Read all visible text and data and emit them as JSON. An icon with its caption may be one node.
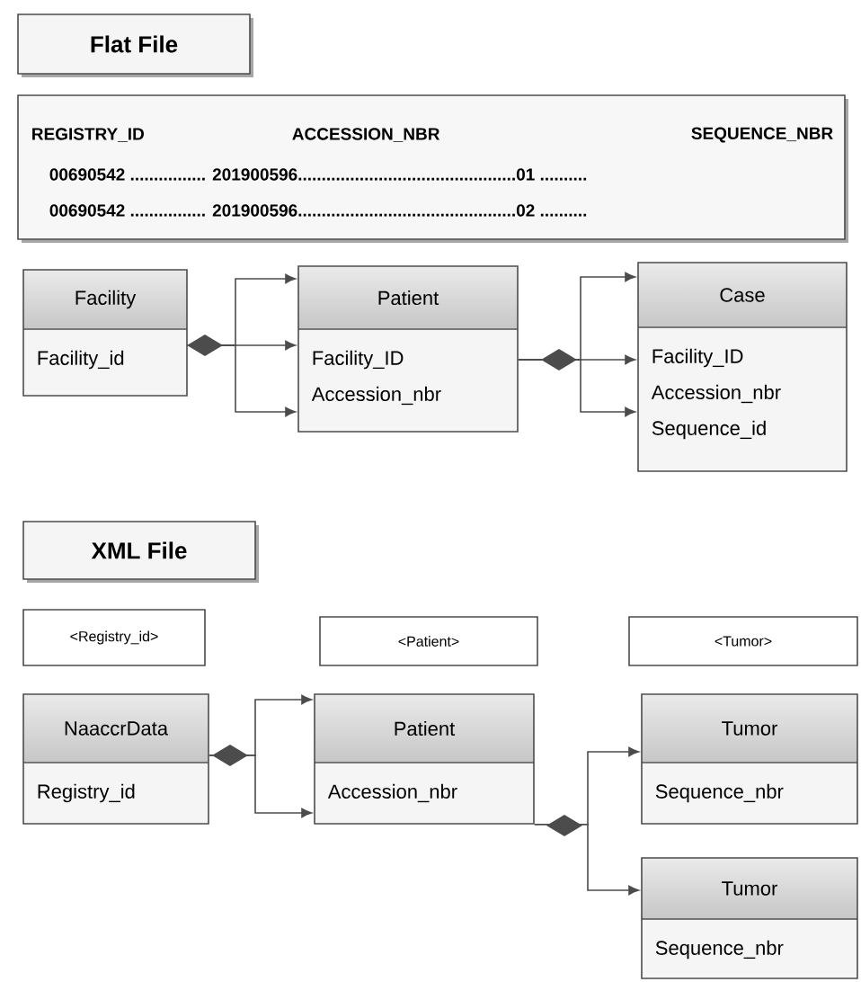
{
  "diagram": {
    "nodes": [
      {
        "text": [
          "Flat File"
        ]
      },
      {
        "text": [
          "REGISTRY_ID",
          "ACCESSION_NBR",
          "SEQUENCE_NBR",
          "00690542 ................ 201900596..............................................01 ..........",
          "00690542 ................ 201900596..............................................02 .........."
        ]
      },
      {
        "text": [
          "Facility",
          "Facility_id"
        ]
      },
      {
        "text": [
          "Patient",
          "Facility_ID",
          "Accession_nbr"
        ]
      },
      {
        "text": [
          "Case",
          "Facility_ID",
          "Accession_nbr",
          "Sequence_id"
        ]
      },
      {
        "text": [
          "XML File"
        ]
      },
      {
        "text": [
          "<Registry_id>"
        ]
      },
      {
        "text": [
          "<Patient>"
        ]
      },
      {
        "text": [
          "<Tumor>"
        ]
      },
      {
        "text": [
          "NaaccrData",
          "Registry_id"
        ]
      },
      {
        "text": [
          "Patient",
          "Accession_nbr"
        ]
      },
      {
        "text": [
          "Tumor",
          "Sequence_nbr"
        ]
      },
      {
        "text": [
          "Tumor",
          "Sequence_nbr"
        ]
      }
    ],
    "edges": [
      {
        "from": 2,
        "to": 3,
        "arrow": "to"
      },
      {
        "from": 2,
        "to": 3,
        "arrow": "to"
      },
      {
        "from": 2,
        "to": 3,
        "arrow": "to"
      },
      {
        "from": 3,
        "to": 4,
        "arrow": "to"
      },
      {
        "from": 3,
        "to": 4,
        "arrow": "to"
      },
      {
        "from": 3,
        "to": 4,
        "arrow": "to"
      },
      {
        "from": 9,
        "to": 10,
        "arrow": "to"
      },
      {
        "from": 9,
        "to": 10,
        "arrow": "to"
      },
      {
        "from": 10,
        "to": 11,
        "arrow": "to"
      },
      {
        "from": 10,
        "to": 12,
        "arrow": "to"
      }
    ]
  }
}
